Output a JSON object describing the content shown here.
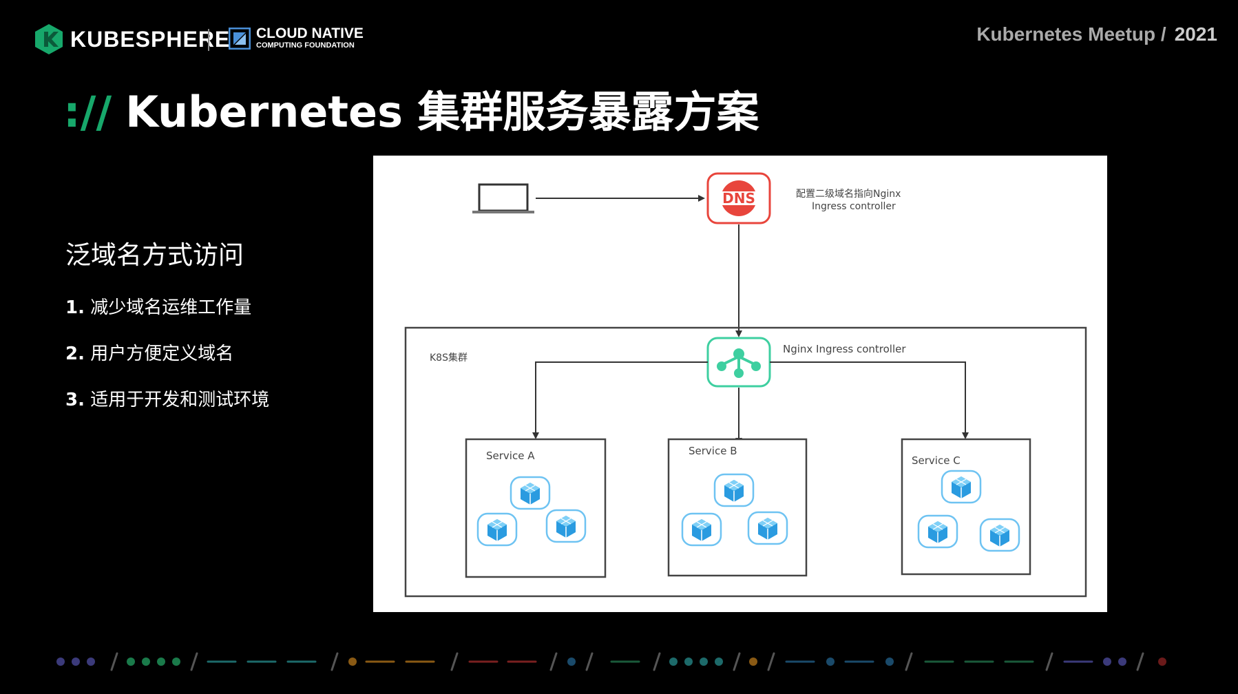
{
  "header": {
    "kubesphere_brand": "KUBESPHERE",
    "cncf_line1": "CLOUD NATIVE",
    "cncf_line2": "COMPUTING FOUNDATION",
    "event": "Kubernetes Meetup /",
    "year": "2021"
  },
  "title": {
    "prefix": "://",
    "text": "Kubernetes 集群服务暴露方案"
  },
  "left": {
    "subtitle": "泛域名方式访问",
    "bullets": [
      {
        "num": "1.",
        "text": "减少域名运维工作量"
      },
      {
        "num": "2.",
        "text": "用户方便定义域名"
      },
      {
        "num": "3.",
        "text": "适用于开发和测试环境"
      }
    ]
  },
  "diagram": {
    "dns_label": "DNS",
    "dns_note_line1": "配置二级域名指向Nginx",
    "dns_note_line2": "Ingress controller",
    "cluster_label": "K8S集群",
    "ingress_label": "Nginx Ingress controller",
    "services": [
      "Service A",
      "Service B",
      "Service C"
    ]
  },
  "colors": {
    "accent_green": "#17a86b",
    "dns_red": "#e8453c",
    "ingress_teal": "#3ecfa0",
    "pod_blue": "#2a9be0"
  }
}
